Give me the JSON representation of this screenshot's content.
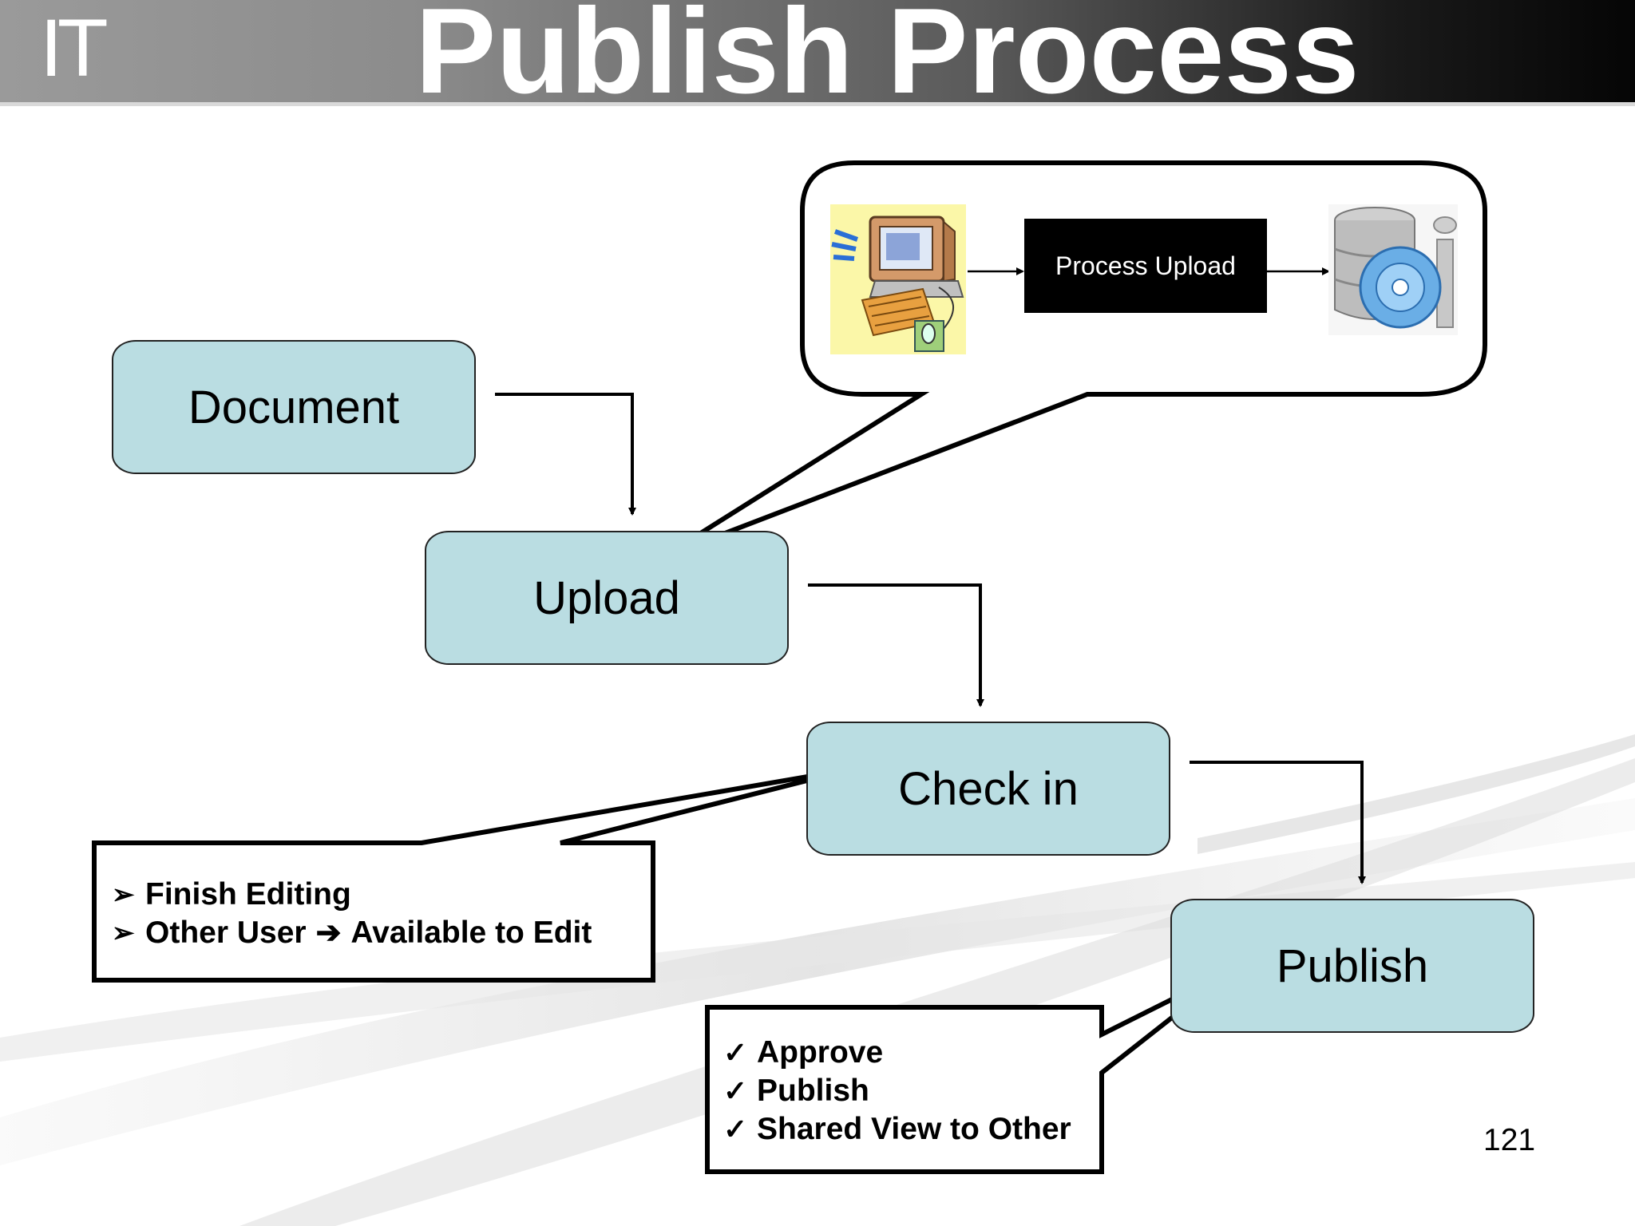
{
  "header": {
    "logo_text": "IT",
    "title": "Publish Process"
  },
  "nodes": {
    "document": "Document",
    "upload": "Upload",
    "checkin": "Check in",
    "publish": "Publish"
  },
  "upload_callout": {
    "process_label": "Process Upload",
    "icons": [
      "computer-icon",
      "database-disc-icon"
    ]
  },
  "checkin_callout": {
    "items": [
      {
        "text": "Finish Editing"
      },
      {
        "text_before": "Other User",
        "text_after": "Available to Edit"
      }
    ]
  },
  "publish_callout": {
    "items": [
      "Approve",
      "Publish",
      "Shared View to Other"
    ]
  },
  "page_number": "121"
}
